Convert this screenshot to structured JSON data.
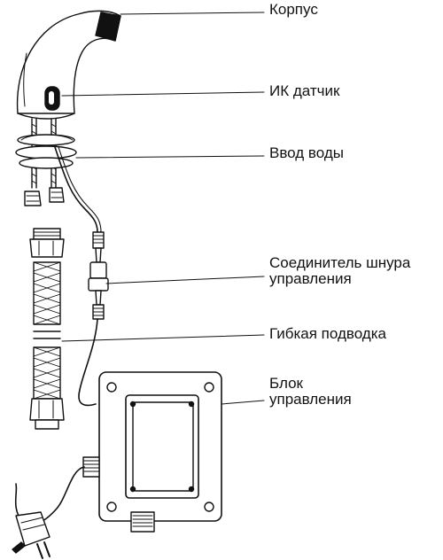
{
  "labels": {
    "body": "Корпус",
    "ir_sensor": "ИК датчик",
    "water_inlet": "Ввод воды",
    "cable_connector_line1": "Соединитель шнура",
    "cable_connector_line2": "управления",
    "flexible_hose": "Гибкая подводка",
    "control_unit_line1": "Блок",
    "control_unit_line2": "управления"
  }
}
